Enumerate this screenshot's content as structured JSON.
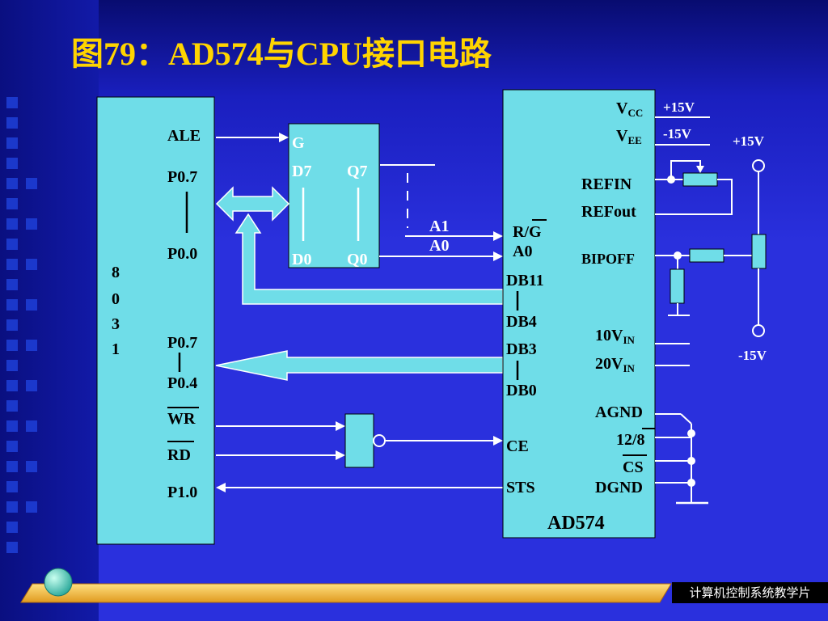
{
  "title": "图79：AD574与CPU接口电路",
  "footer": "计算机控制系统教学片",
  "colors": {
    "chip_fill": "#6fdde8",
    "arrow_fill": "#6fdde8",
    "background": "#2a30dd",
    "title": "#ffd400"
  },
  "cpu": {
    "name_chars": [
      "8",
      "0",
      "3",
      "1"
    ],
    "pins": {
      "ale": "ALE",
      "p07_top": "P0.7",
      "p00": "P0.0",
      "p07_bottom": "P0.7",
      "p04": "P0.4",
      "wr": "WR",
      "rd": "RD",
      "p10": "P1.0"
    }
  },
  "latch": {
    "g": "G",
    "d7": "D7",
    "q7": "Q7",
    "d0": "D0",
    "q0": "Q0"
  },
  "bus_labels": {
    "a1": "A1",
    "a0": "A0"
  },
  "adc": {
    "name": "AD574",
    "pins_left": {
      "rg": "R/G",
      "a0": "A0",
      "db11": "DB11",
      "db4": "DB4",
      "db3": "DB3",
      "db0": "DB0",
      "ce": "CE",
      "sts": "STS"
    },
    "pins_right": {
      "vcc": "V",
      "vcc_sub": "CC",
      "vee": "V",
      "vee_sub": "EE",
      "refin": "REFIN",
      "refout": "REFout",
      "bipoff": "BIPOFF",
      "vin10": "10V",
      "vin10_sub": "IN",
      "vin20": "20V",
      "vin20_sub": "IN",
      "agnd": "AGND",
      "mode128": "12/8",
      "cs": "CS",
      "dgnd": "DGND"
    }
  },
  "supply": {
    "vcc_value": "+15V",
    "vee_value": "-15V",
    "rail_top": "+15V",
    "rail_bottom": "-15V"
  }
}
